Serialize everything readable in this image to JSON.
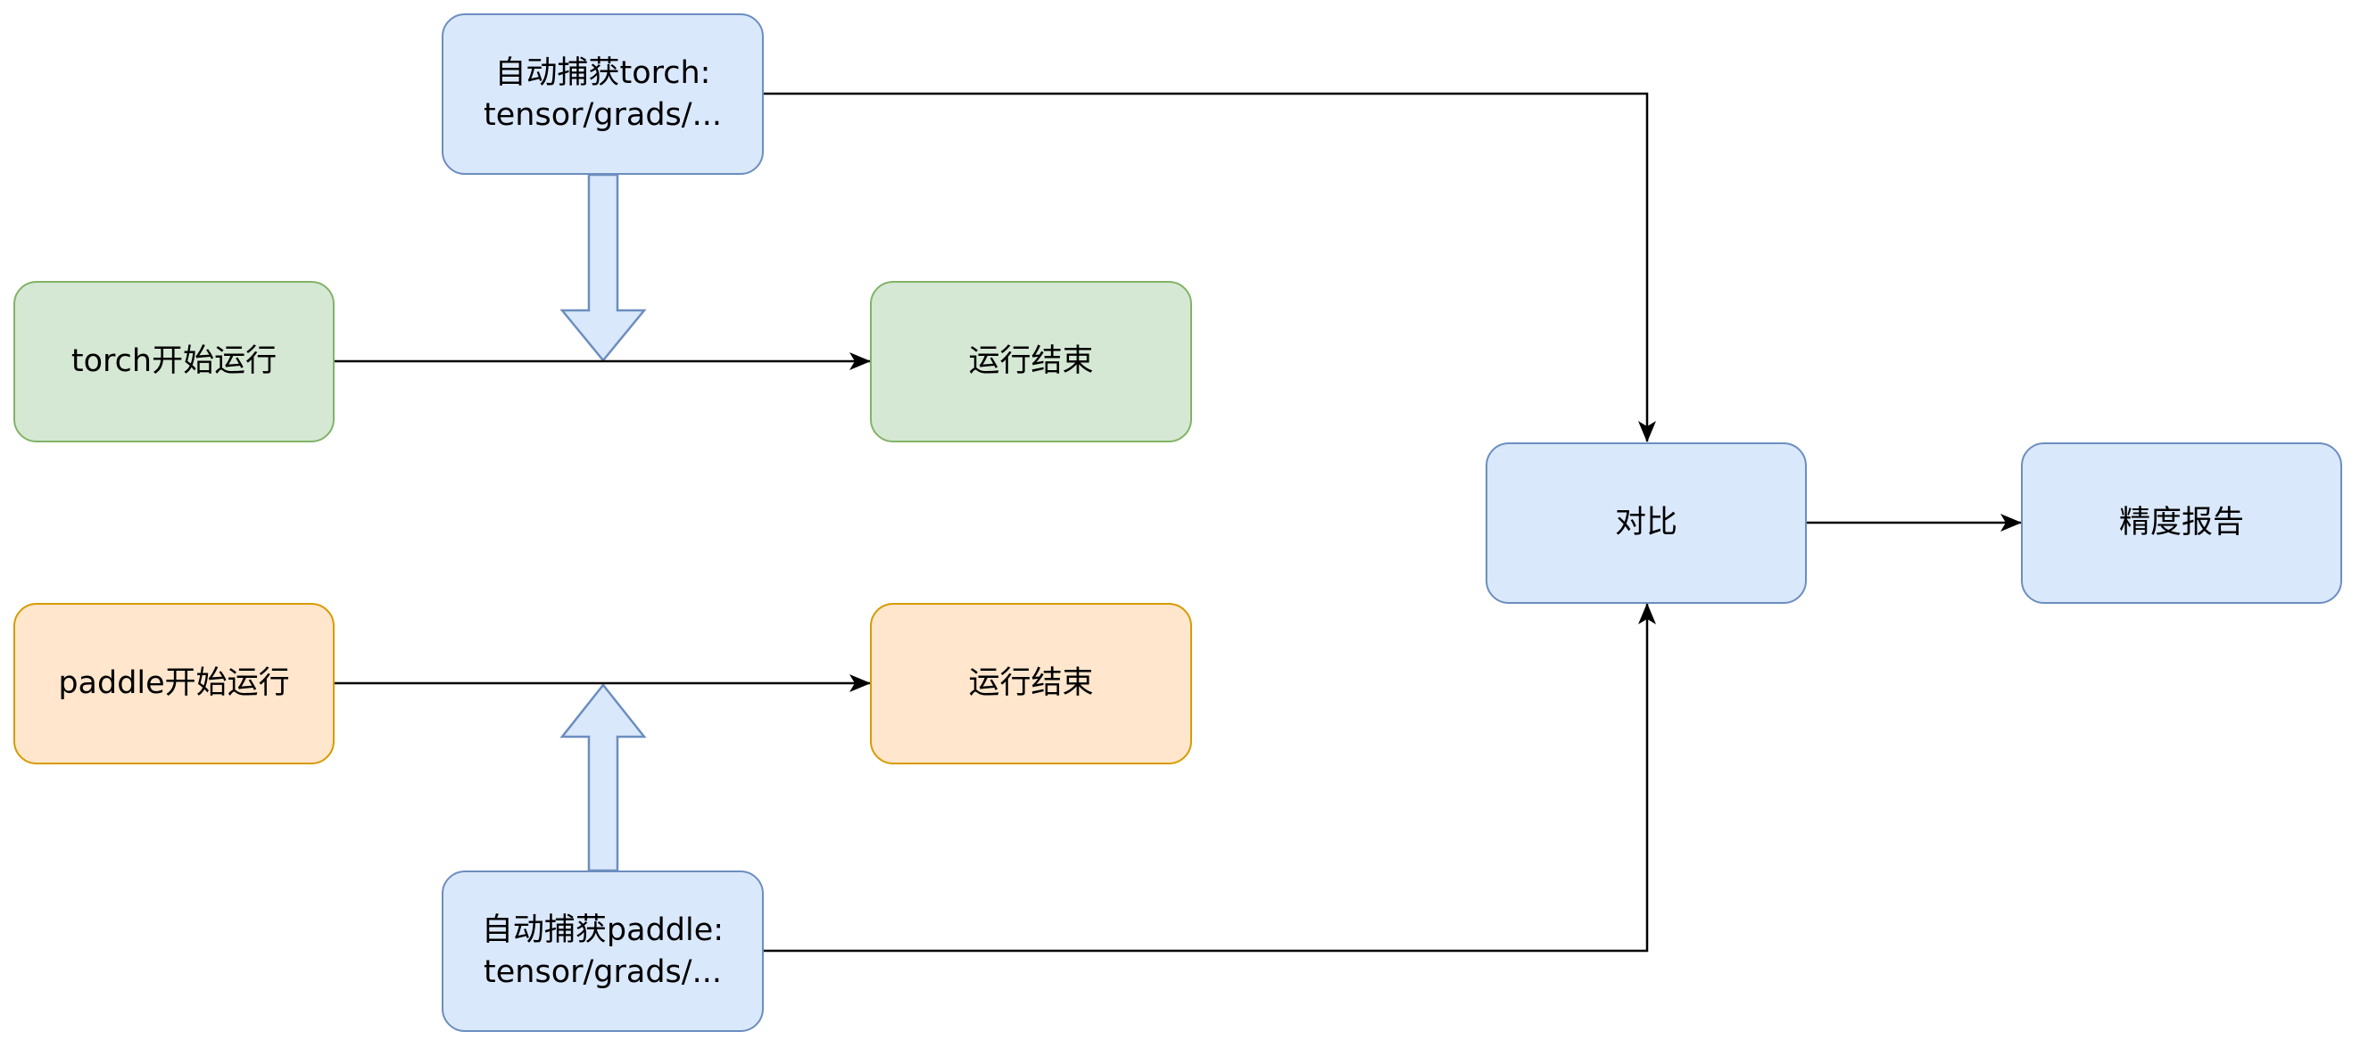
{
  "diagram": {
    "nodes": {
      "capture_torch": "自动捕获torch:\ntensor/grads/...",
      "torch_start": "torch开始运行",
      "torch_end": "运行结束",
      "paddle_start": "paddle开始运行",
      "paddle_end": "运行结束",
      "capture_paddle": "自动捕获paddle:\ntensor/grads/...",
      "compare": "对比",
      "report": "精度报告"
    },
    "colors": {
      "blue_fill": "#dae8fc",
      "blue_stroke": "#6c8ebf",
      "green_fill": "#d5e8d4",
      "green_stroke": "#82b366",
      "orange_fill": "#ffe6cc",
      "orange_stroke": "#d79b00",
      "edge": "#000000"
    }
  }
}
